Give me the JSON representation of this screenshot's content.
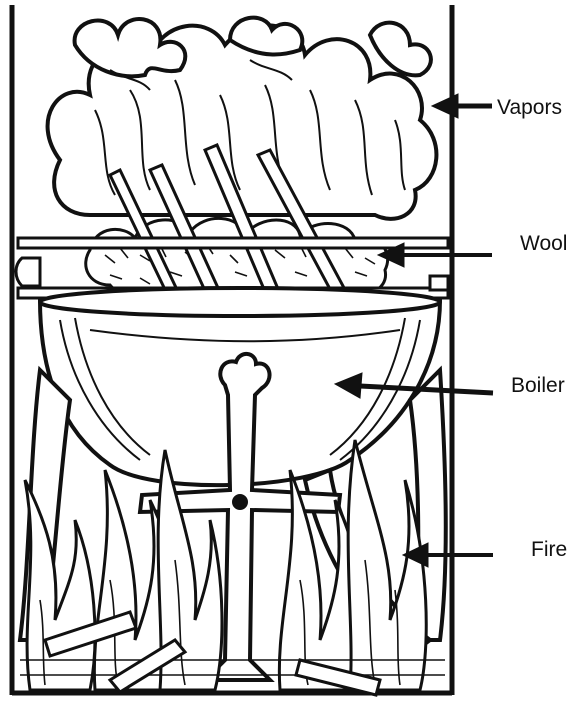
{
  "labels": {
    "vapors": "Vapors",
    "wool": "Wool",
    "boiler": "Boiler",
    "fire": "Fire"
  },
  "colors": {
    "ink": "#111111",
    "paper": "#ffffff"
  }
}
